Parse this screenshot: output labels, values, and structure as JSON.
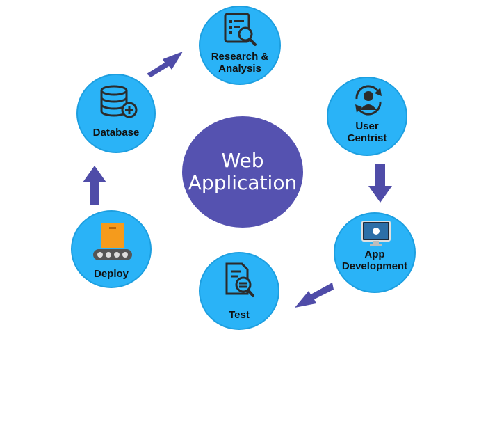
{
  "center": {
    "line1": "Web",
    "line2": "Application",
    "color": "#5552b0"
  },
  "colors": {
    "node_fill": "#2ab3f7",
    "arrow": "#4f4ca8",
    "icon": "#2b2b2b"
  },
  "nodes": {
    "research": {
      "line1": "Research &",
      "line2": "Analysis",
      "icon": "document-search-icon"
    },
    "user": {
      "line1": "User",
      "line2": "Centrist",
      "icon": "user-sync-icon"
    },
    "app": {
      "line1": "App",
      "line2": "Development",
      "icon": "monitor-apple-icon"
    },
    "test": {
      "line1": "Test",
      "icon": "document-magnifier-icon"
    },
    "deploy": {
      "line1": "Deploy",
      "icon": "conveyor-box-icon"
    },
    "database": {
      "line1": "Database",
      "icon": "database-add-icon"
    }
  }
}
